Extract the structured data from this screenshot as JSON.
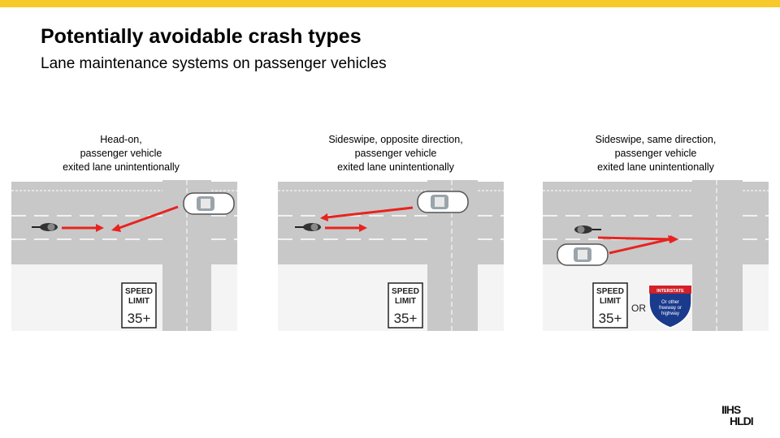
{
  "header": {
    "title": "Potentially avoidable crash types",
    "subtitle": "Lane maintenance systems on passenger vehicles"
  },
  "colors": {
    "accent_bar": "#f7c92a",
    "arrow": "#e8231f",
    "road": "#c8c8c8",
    "shield_blue": "#1a3a8c",
    "shield_red": "#d42027"
  },
  "panels": [
    {
      "caption": [
        "Head-on,",
        "passenger vehicle",
        "exited lane unintentionally"
      ],
      "sign": {
        "line1": "SPEED",
        "line2": "LIMIT",
        "value": "35+"
      }
    },
    {
      "caption": [
        "Sideswipe, opposite direction,",
        "passenger vehicle",
        "exited lane unintentionally"
      ],
      "sign": {
        "line1": "SPEED",
        "line2": "LIMIT",
        "value": "35+"
      }
    },
    {
      "caption": [
        "Sideswipe, same direction,",
        "passenger vehicle",
        "exited lane unintentionally"
      ],
      "sign": {
        "line1": "SPEED",
        "line2": "LIMIT",
        "value": "35+"
      },
      "or_label": "OR",
      "shield": {
        "top": "INTERSTATE",
        "lines": [
          "Or other",
          "freeway or",
          "highway"
        ]
      }
    }
  ],
  "logo": {
    "line1": "IIHS",
    "line2": "HLDI"
  }
}
